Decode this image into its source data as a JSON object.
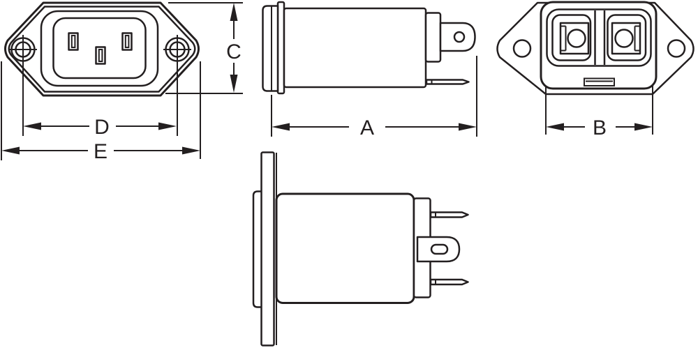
{
  "drawing": {
    "component": "panel-mount-power-inlet-filter",
    "views": {
      "front": "front-view",
      "side": "side-view",
      "rear": "rear-terminal-view",
      "mounted_side": "mounted-side-view"
    },
    "dimension_labels": {
      "a": "A",
      "b": "B",
      "c": "C",
      "d": "D",
      "e": "E"
    }
  },
  "colors": {
    "line": "#231f20",
    "background": "#ffffff"
  }
}
